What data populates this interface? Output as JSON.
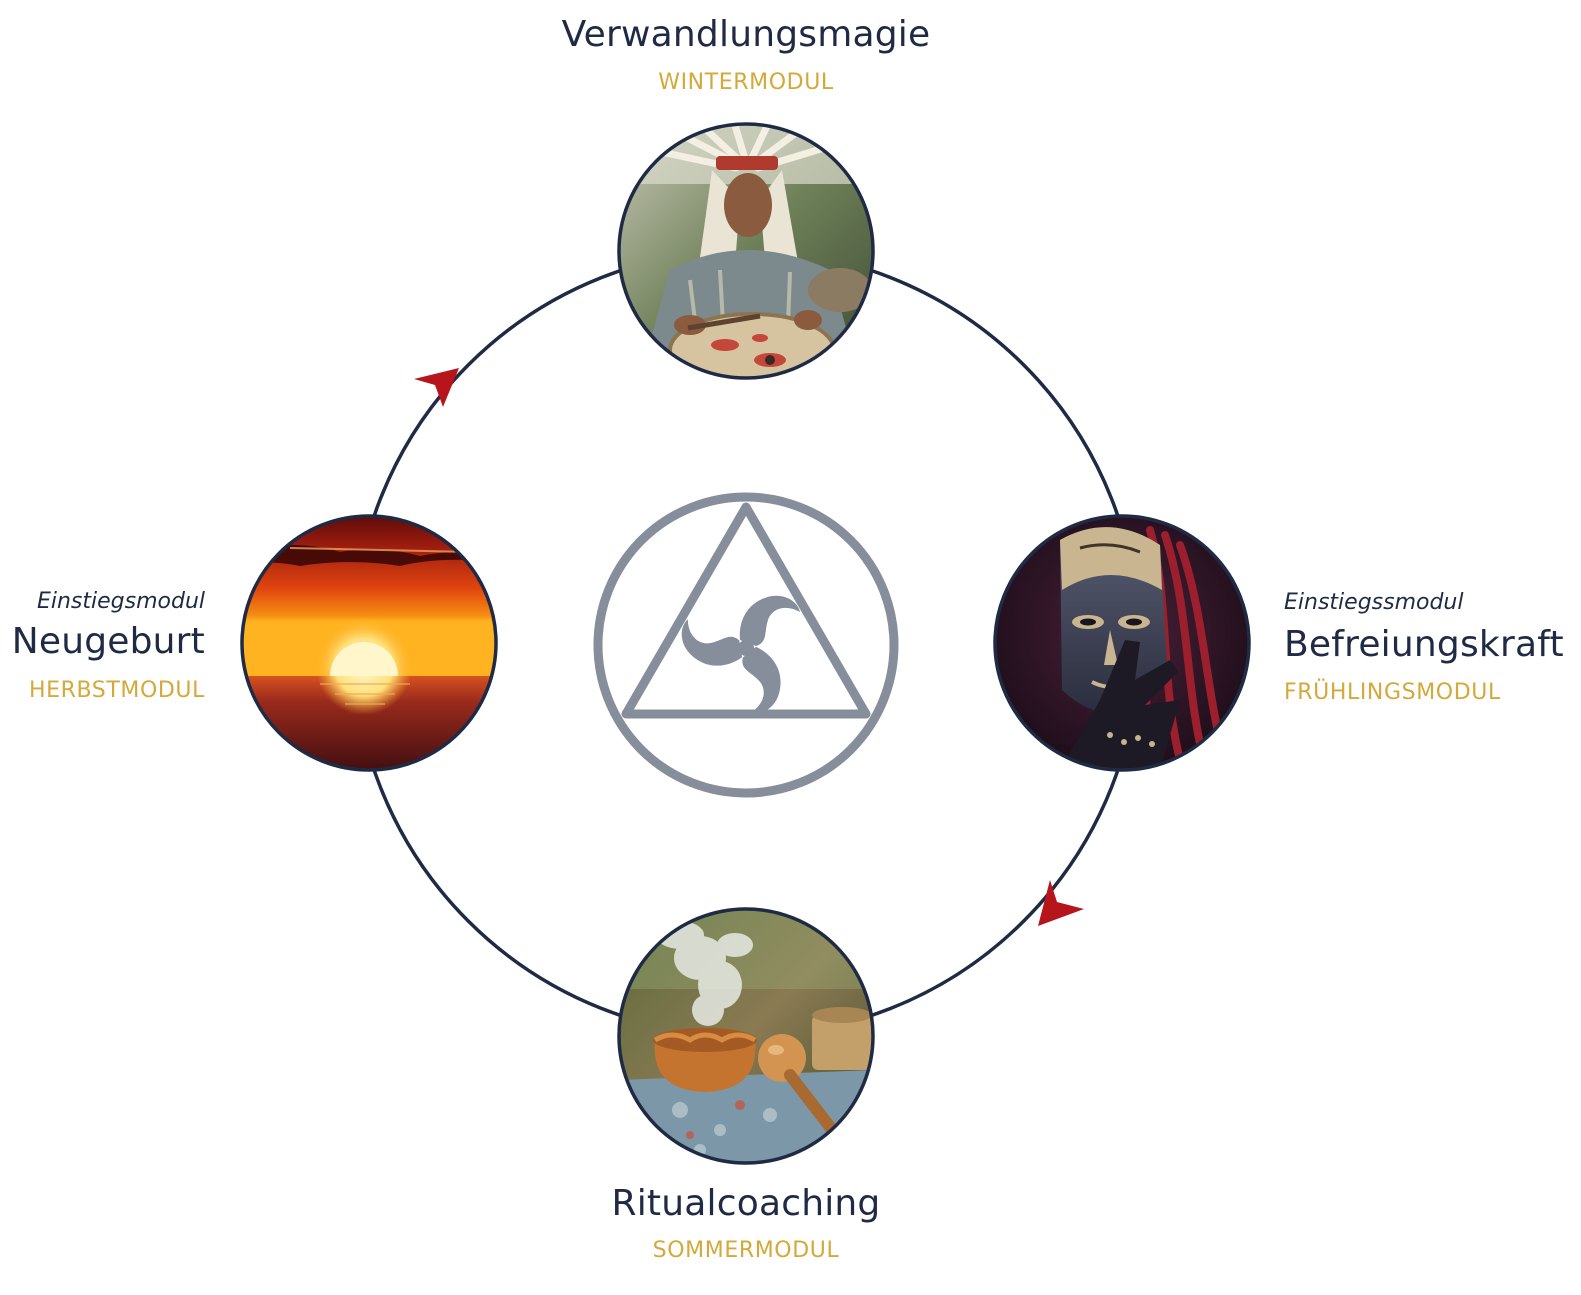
{
  "modules": {
    "top": {
      "title": "Verwandlungsmagie",
      "season": "WINTERMODUL",
      "photo": "headdress-elder-with-drum-photo"
    },
    "right": {
      "intro": "Einstiegssmodul",
      "title": "Befreiungskraft",
      "season": "FRÜHLINGSMODUL",
      "photo": "carved-mask-photo"
    },
    "bottom": {
      "title": "Ritualcoaching",
      "season": "SOMMERMODUL",
      "photo": "smoking-clay-pot-photo"
    },
    "left": {
      "intro": "Einstiegsmodul",
      "title": "Neugeburt",
      "season": "HERBSTMODUL",
      "photo": "ocean-sunset-photo"
    }
  },
  "center_symbol": "triskelion-in-triangle-in-circle-icon",
  "colors": {
    "ring": "#1f2a44",
    "arrow": "#b5151b",
    "title": "#1f2a44",
    "season": "#d4a93a",
    "symbol": "#868d9b"
  }
}
